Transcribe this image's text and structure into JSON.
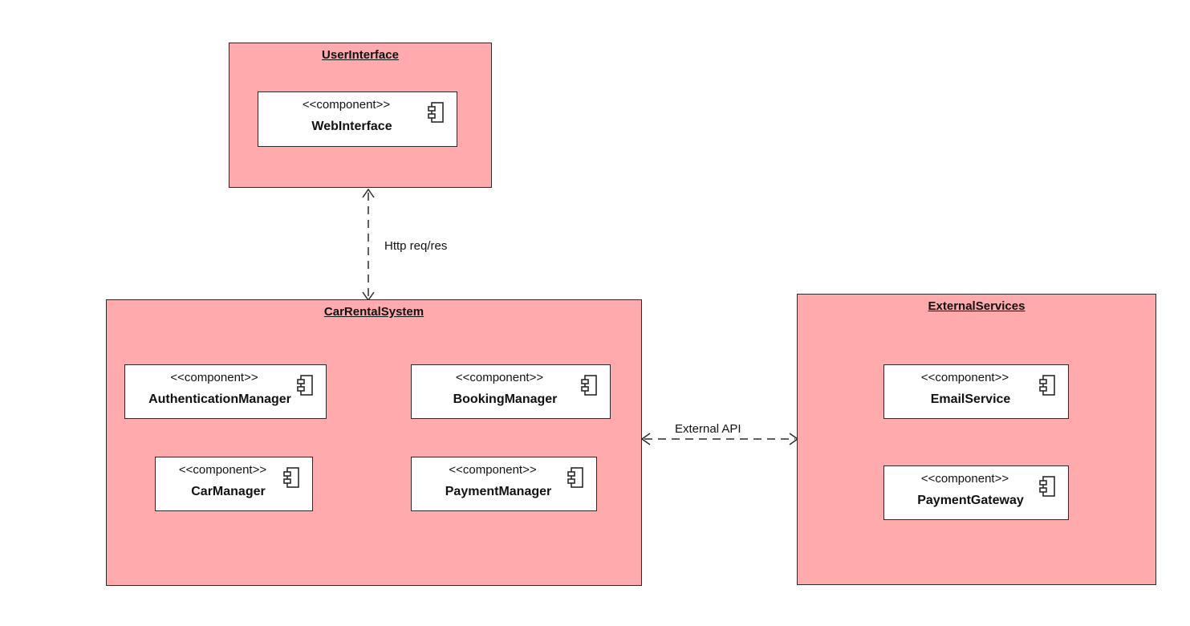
{
  "diagram": {
    "packages": {
      "user_interface": {
        "title": "UserInterface",
        "components": {
          "web_interface": {
            "stereotype": "<<component>>",
            "name": "WebInterface"
          }
        }
      },
      "car_rental_system": {
        "title": "CarRentalSystem",
        "components": {
          "authentication_manager": {
            "stereotype": "<<component>>",
            "name": "AuthenticationManager"
          },
          "booking_manager": {
            "stereotype": "<<component>>",
            "name": "BookingManager"
          },
          "car_manager": {
            "stereotype": "<<component>>",
            "name": "CarManager"
          },
          "payment_manager": {
            "stereotype": "<<component>>",
            "name": "PaymentManager"
          }
        }
      },
      "external_services": {
        "title": "ExternalServices",
        "components": {
          "email_service": {
            "stereotype": "<<component>>",
            "name": "EmailService"
          },
          "payment_gateway": {
            "stereotype": "<<component>>",
            "name": "PaymentGateway"
          }
        }
      }
    },
    "connectors": {
      "http": {
        "label": "Http req/res"
      },
      "external_api": {
        "label": "External API"
      }
    },
    "colors": {
      "package_fill": "#ffaaad",
      "component_fill": "#ffffff",
      "stroke": "#2a2a2a"
    },
    "icons": {
      "component": "uml-component-icon"
    }
  }
}
